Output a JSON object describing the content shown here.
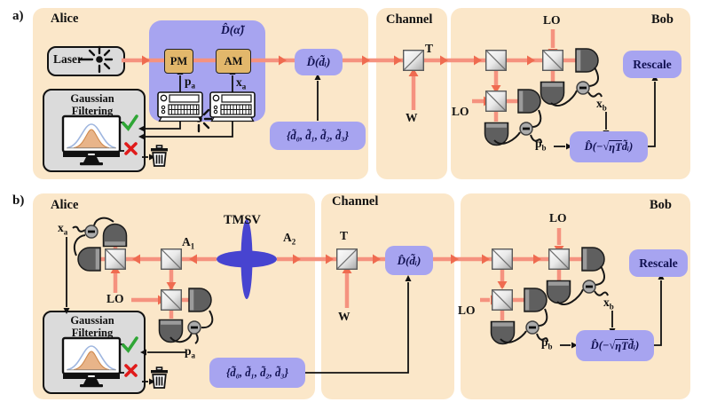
{
  "colors": {
    "panel": "#FBE7C9",
    "purple": "#A7A4F0",
    "tan": "#E2B76B",
    "beam": "#F5927F",
    "arrow": "#EF6B50",
    "tmsv": "#4744D0",
    "check": "#2FA636",
    "cross": "#E01B1B"
  },
  "panel_a": {
    "tag": "a)",
    "alice": {
      "title": "Alice",
      "laser": "Laser",
      "disp_label": "D̂(α̃)",
      "pm": "PM",
      "am": "AM",
      "p_a": {
        "base": "p",
        "sub": "a"
      },
      "x_a": {
        "base": "x",
        "sub": "a"
      },
      "gauss": {
        "line1": "Gaussian",
        "line2": "Filtering"
      },
      "disp_i": "D̂(d̃ᵢ)",
      "d_set": "{d̃₀, d̃₁, d̃₂, d̃₃}"
    },
    "channel": {
      "title": "Channel",
      "t": "T",
      "w": "W"
    },
    "bob": {
      "title": "Bob",
      "lo_top": "LO",
      "lo_left": "LO",
      "x_b": {
        "base": "x",
        "sub": "b"
      },
      "p_b": {
        "base": "p",
        "sub": "b"
      },
      "disp": {
        "prefix": "D̂(−√",
        "radicand": "ηT",
        "suffix": "d̃ᵢ)"
      },
      "rescale": "Rescale"
    }
  },
  "panel_b": {
    "tag": "b)",
    "alice": {
      "title": "Alice",
      "tmsv": "TMSV",
      "a_1": {
        "base": "A",
        "sub": "1"
      },
      "a_2": {
        "base": "A",
        "sub": "2"
      },
      "x_a": {
        "base": "x",
        "sub": "a"
      },
      "p_a": {
        "base": "p",
        "sub": "a"
      },
      "lo": "LO",
      "gauss": {
        "line1": "Gaussian",
        "line2": "Filtering"
      },
      "d_set": "{d̃₀, d̃₁, d̃₂, d̃₃}"
    },
    "channel": {
      "title": "Channel",
      "t": "T",
      "w": "W",
      "disp_i": "D̂(d̃ᵢ)"
    },
    "bob": {
      "title": "Bob",
      "lo_top": "LO",
      "lo_left": "LO",
      "x_b": {
        "base": "x",
        "sub": "b"
      },
      "p_b": {
        "base": "p",
        "sub": "b"
      },
      "disp": {
        "prefix": "D̂(−√",
        "radicand": "ηT",
        "suffix": "d̃ᵢ)"
      },
      "rescale": "Rescale"
    }
  }
}
